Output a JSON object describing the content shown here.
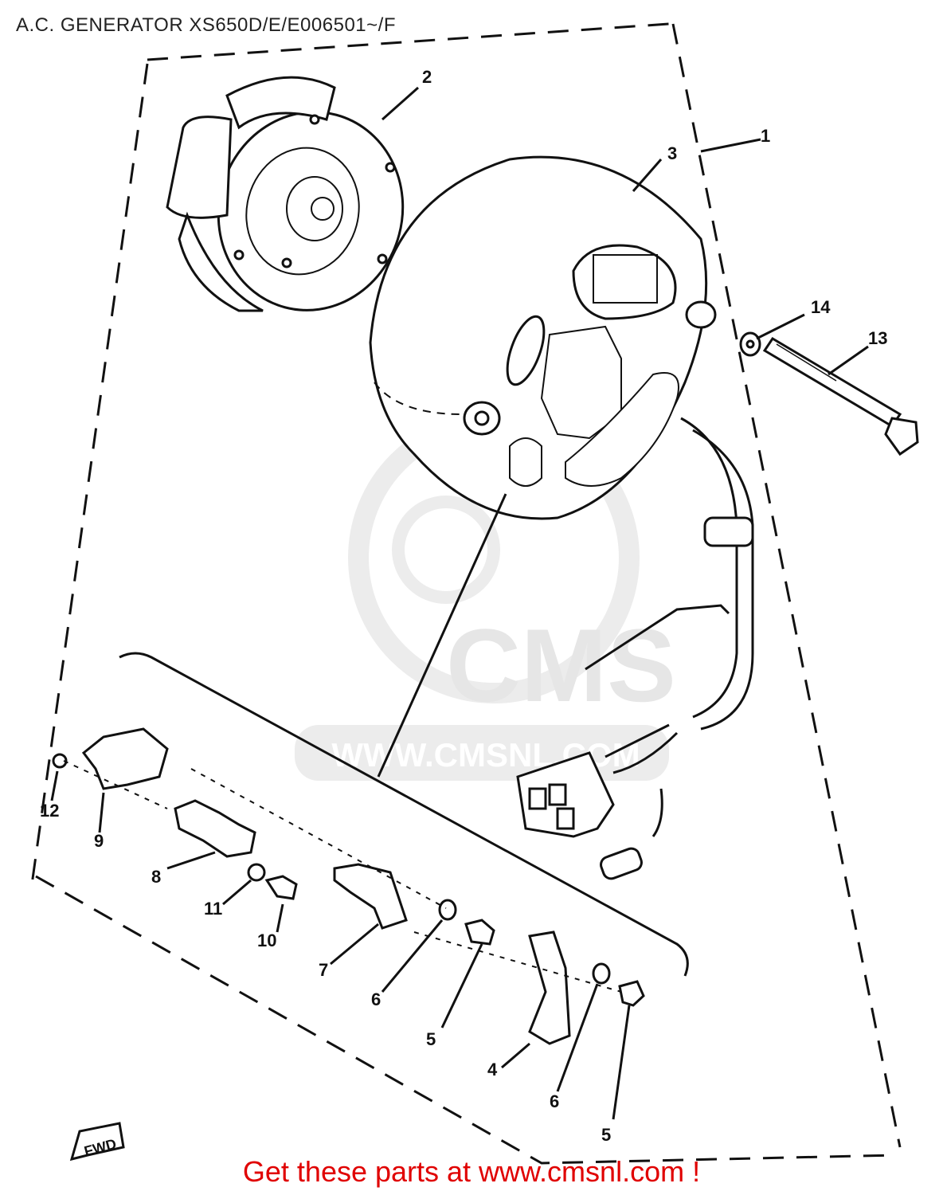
{
  "title": "A.C. GENERATOR  XS650D/E/E006501~/F",
  "watermark": {
    "brand": "CMS",
    "url": "WWW.CMSNL.COM"
  },
  "direction_marker": "FWD",
  "callouts": [
    "1",
    "2",
    "3",
    "4",
    "5",
    "5",
    "6",
    "6",
    "7",
    "8",
    "9",
    "10",
    "11",
    "12",
    "13",
    "14"
  ],
  "footer": {
    "prefix": "Get these parts at ",
    "link": "www.cmsnl.com",
    "suffix": " !"
  },
  "colors": {
    "line": "#111111",
    "footer": "#e00000",
    "watermark": "#e6e6e6"
  }
}
